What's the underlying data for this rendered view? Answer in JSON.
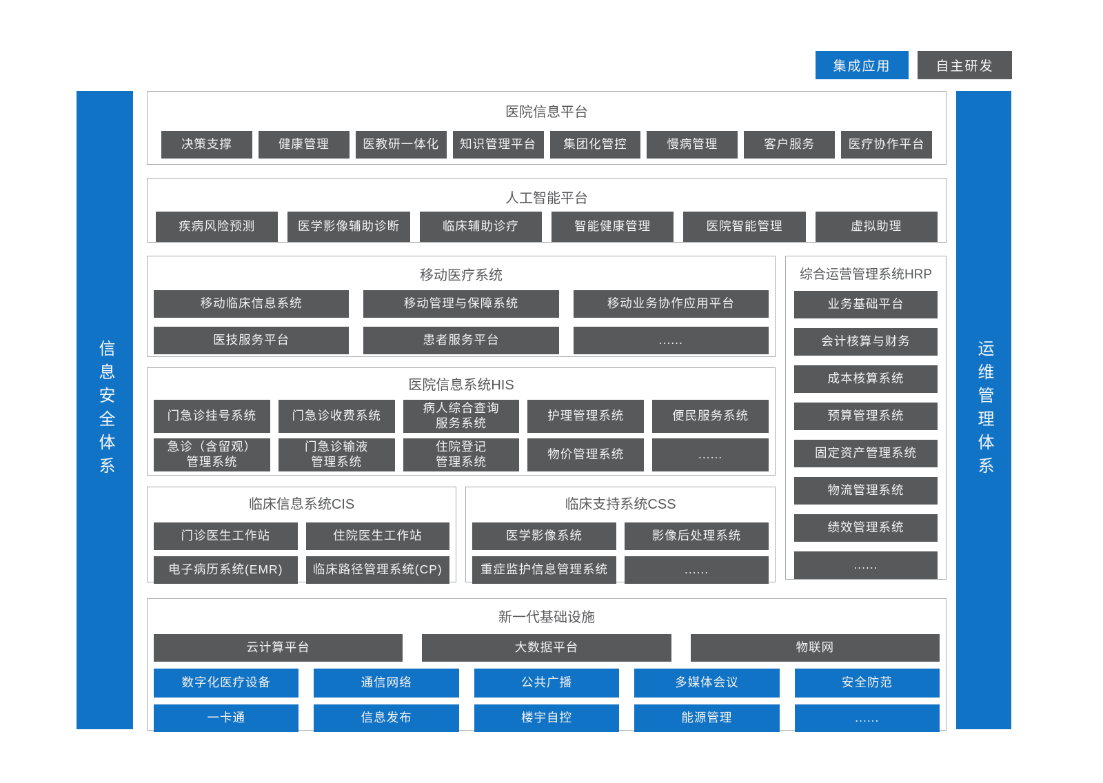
{
  "legend": {
    "integrated": "集成应用",
    "self_developed": "自主研发"
  },
  "side_bars": {
    "left": "信息安全体系",
    "right": "运维管理体系"
  },
  "colors": {
    "integrated_blue": "#1173c5",
    "self_developed_dark": "#58595b",
    "section_border": "#a8aaad"
  },
  "sections": {
    "platform": {
      "title": "医院信息平台",
      "items": [
        "决策支撑",
        "健康管理",
        "医教研一体化",
        "知识管理平台",
        "集团化管控",
        "慢病管理",
        "客户服务",
        "医疗协作平台"
      ]
    },
    "ai": {
      "title": "人工智能平台",
      "items": [
        "疾病风险预测",
        "医学影像辅助诊断",
        "临床辅助诊疗",
        "智能健康管理",
        "医院智能管理",
        "虚拟助理"
      ]
    },
    "mobile": {
      "title": "移动医疗系统",
      "rows": [
        [
          "移动临床信息系统",
          "移动管理与保障系统",
          "移动业务协作应用平台"
        ],
        [
          "医技服务平台",
          "患者服务平台",
          "......"
        ]
      ]
    },
    "hrp": {
      "title": "综合运营管理系统HRP",
      "items": [
        "业务基础平台",
        "会计核算与财务",
        "成本核算系统",
        "预算管理系统",
        "固定资产管理系统",
        "物流管理系统",
        "绩效管理系统",
        "......"
      ]
    },
    "his": {
      "title": "医院信息系统HIS",
      "rows": [
        [
          "门急诊挂号系统",
          "门急诊收费系统",
          "病人综合查询\n服务系统",
          "护理管理系统",
          "便民服务系统"
        ],
        [
          "急诊（含留观）\n管理系统",
          "门急诊输液\n管理系统",
          "住院登记\n管理系统",
          "物价管理系统",
          "......"
        ]
      ]
    },
    "cis": {
      "title": "临床信息系统CIS",
      "rows": [
        [
          "门诊医生工作站",
          "住院医生工作站"
        ],
        [
          "电子病历系统(EMR)",
          "临床路径管理系统(CP)"
        ]
      ]
    },
    "css": {
      "title": "临床支持系统CSS",
      "rows": [
        [
          "医学影像系统",
          "影像后处理系统"
        ],
        [
          "重症监护信息管理系统",
          "......"
        ]
      ]
    },
    "infra": {
      "title": "新一代基础设施",
      "dark_row": [
        "云计算平台",
        "大数据平台",
        "物联网"
      ],
      "blue_rows": [
        [
          "数字化医疗设备",
          "通信网络",
          "公共广播",
          "多媒体会议",
          "安全防范"
        ],
        [
          "一卡通",
          "信息发布",
          "楼宇自控",
          "能源管理",
          "......"
        ]
      ]
    }
  }
}
